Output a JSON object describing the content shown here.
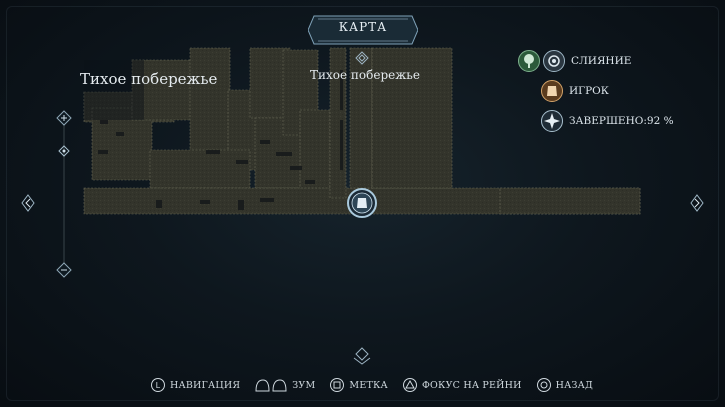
{
  "header": {
    "title": "КАРТА"
  },
  "region": {
    "name_large": "Тихое побережье",
    "name_small": "Тихое побережье"
  },
  "legend": {
    "items": [
      {
        "label": "СЛИЯНИЕ",
        "icon": "tree-icon"
      },
      {
        "label": "ИГРОК",
        "icon": "player-icon"
      },
      {
        "label": "ЗАВЕРШЕНО:92 %",
        "icon": "compass-star-icon"
      }
    ]
  },
  "footer": {
    "hints": [
      {
        "label": "НАВИГАЦИЯ",
        "icon": "left-stick-icon"
      },
      {
        "label": "ЗУМ",
        "icon": "triggers-icon"
      },
      {
        "label": "МЕТКА",
        "icon": "square-button-icon"
      },
      {
        "label": "ФОКУС НА РЕЙНИ",
        "icon": "triangle-button-icon"
      },
      {
        "label": "НАЗАД",
        "icon": "circle-button-icon"
      }
    ]
  },
  "colors": {
    "map_fill": "#3a3a30",
    "map_edge": "#6b6b5a",
    "accent": "#a9c9dc"
  }
}
